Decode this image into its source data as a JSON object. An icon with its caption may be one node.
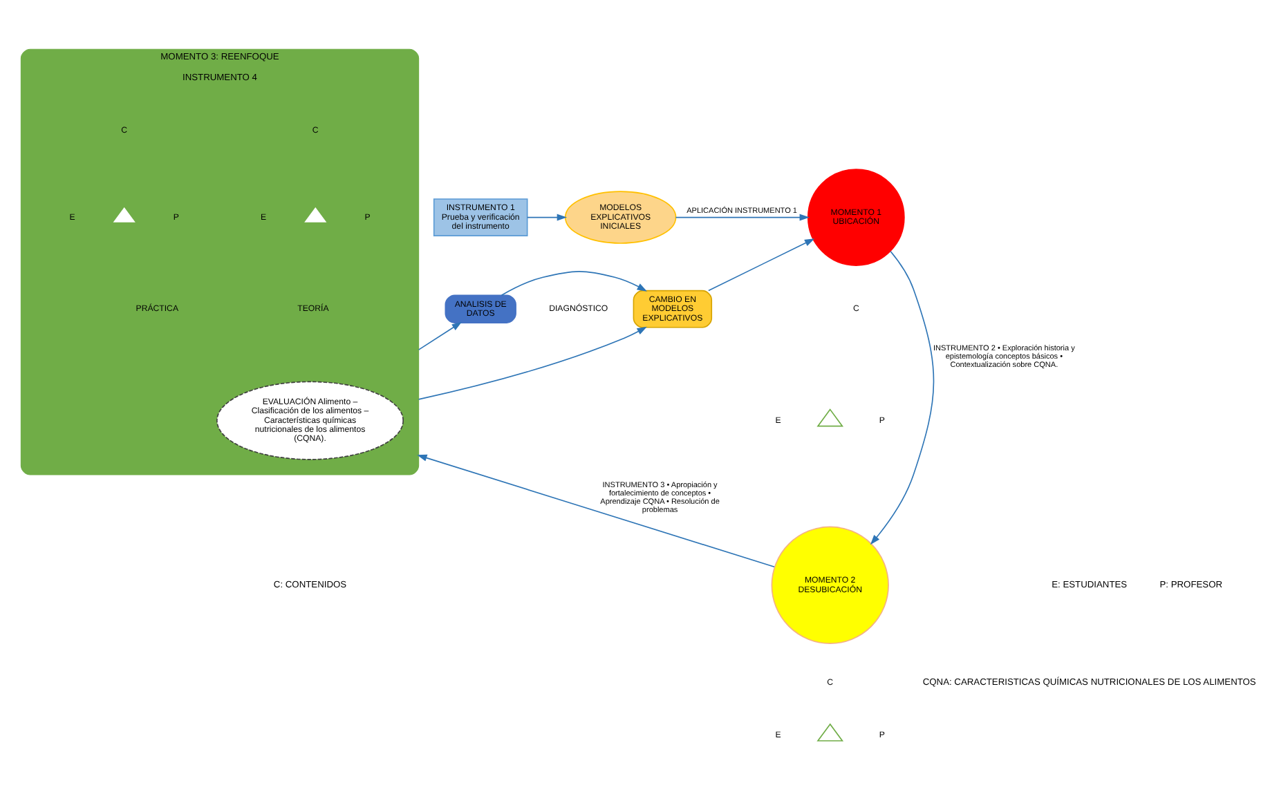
{
  "diagram": {
    "nodes": [
      {
        "text": [
          "INSTRUMENTO 1",
          "Prueba y verificación del instrumento"
        ]
      },
      {
        "text": [
          "MODELOS EXPLICATIVOS INICIALES"
        ]
      },
      {
        "text": [
          "MOMENTO 1 UBICACIÓN"
        ]
      },
      {
        "text": [
          "ANALISIS DE DATOS"
        ]
      },
      {
        "text": [
          "CAMBIO EN MODELOS EXPLICATIVOS"
        ]
      },
      {
        "text": [
          "MOMENTO 3: REENFOQUE",
          "INSTRUMENTO 4"
        ]
      },
      {
        "text": [
          "EVALUACIÓN Alimento – Clasificación de los alimentos – Características químicas nutricionales de los alimentos (CQNA)."
        ],
        "in": 5
      },
      {
        "text": [
          "MOMENTO 2 DESUBICACIÓN"
        ]
      }
    ],
    "edges": [
      {
        "from": 0,
        "to": 1,
        "arrow": "to"
      },
      {
        "from": 1,
        "to": 2,
        "arrow": "to",
        "label": "APLICACIÓN INSTRUMENTO 1"
      },
      {
        "from": 3,
        "to": 4,
        "arrow": "to"
      },
      {
        "from": 4,
        "to": 2,
        "arrow": "to"
      },
      {
        "from": 5,
        "to": 3,
        "arrow": "to"
      },
      {
        "from": 5,
        "to": 4,
        "arrow": "to"
      },
      {
        "from": 2,
        "to": 7,
        "arrow": "to",
        "label": "INSTRUMENTO 2 • Exploración historia y epistemología conceptos básicos • Contextualización sobre CQNA."
      },
      {
        "from": 7,
        "to": 5,
        "arrow": "to",
        "label": "INSTRUMENTO 3 • Apropiación y fortalecimiento de conceptos • Aprendizaje CQNA • Resolución de problemas"
      }
    ],
    "labels": [
      "DIAGNÓSTICO",
      "C",
      "E",
      "P",
      "C",
      "E",
      "P",
      "TEORÍA",
      "C",
      "E",
      "P",
      "PRÁCTICA",
      "C",
      "E",
      "P",
      "C: CONTENIDOS",
      "E: ESTUDIANTES",
      "P: PROFESOR",
      "CQNA: CARACTERISTICAS QUÍMICAS NUTRICIONALES DE LOS ALIMENTOS"
    ]
  }
}
